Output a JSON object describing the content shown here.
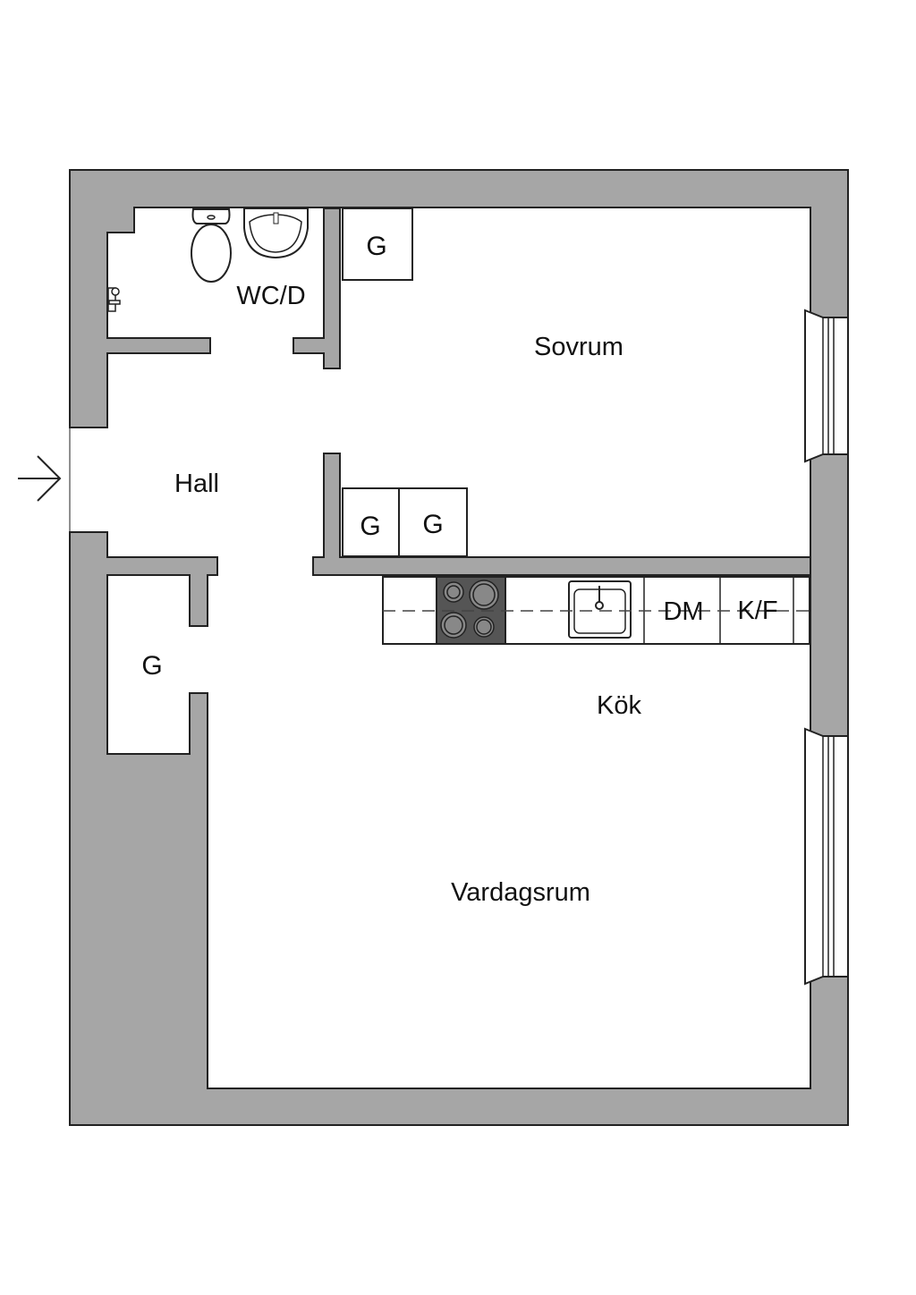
{
  "rooms": {
    "bathroom": "WC/D",
    "bedroom": "Sovrum",
    "hall": "Hall",
    "kitchen": "Kök",
    "living": "Vardagsrum"
  },
  "closets": {
    "bedroom_closet": "G",
    "hall_closet_1": "G",
    "hall_closet_2": "G",
    "entry_closet": "G"
  },
  "kitchen": {
    "dishwasher": "DM",
    "fridge_freezer": "K/F"
  },
  "colors": {
    "wall": "#a6a6a6",
    "stove": "#555555"
  }
}
